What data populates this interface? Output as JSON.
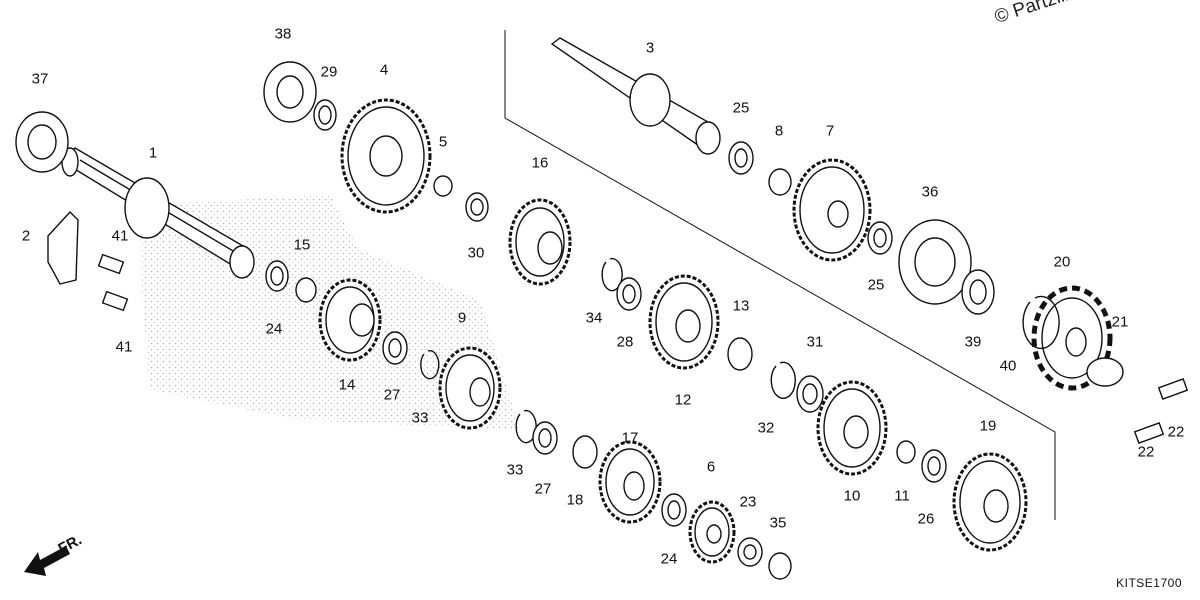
{
  "diagram": {
    "watermark": "© Partzilla.com",
    "diagram_code": "KITSE1700",
    "direction_label": "FR.",
    "part_labels": [
      "37",
      "38",
      "29",
      "4",
      "3",
      "1",
      "5",
      "25",
      "8",
      "7",
      "16",
      "36",
      "2",
      "41",
      "15",
      "30",
      "20",
      "25",
      "21",
      "24",
      "34",
      "28",
      "13",
      "39",
      "40",
      "14",
      "9",
      "31",
      "41",
      "27",
      "33",
      "12",
      "32",
      "22",
      "22",
      "17",
      "10",
      "11",
      "19",
      "33",
      "27",
      "18",
      "6",
      "23",
      "26",
      "24",
      "35"
    ]
  }
}
